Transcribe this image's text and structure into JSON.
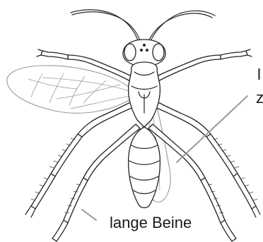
{
  "labels": {
    "legs": "lange Beine",
    "right_top": "l",
    "right_bottom": "z"
  },
  "colors": {
    "outline": "#222222",
    "leader_line": "#9a9a9a",
    "background": "#ffffff"
  }
}
